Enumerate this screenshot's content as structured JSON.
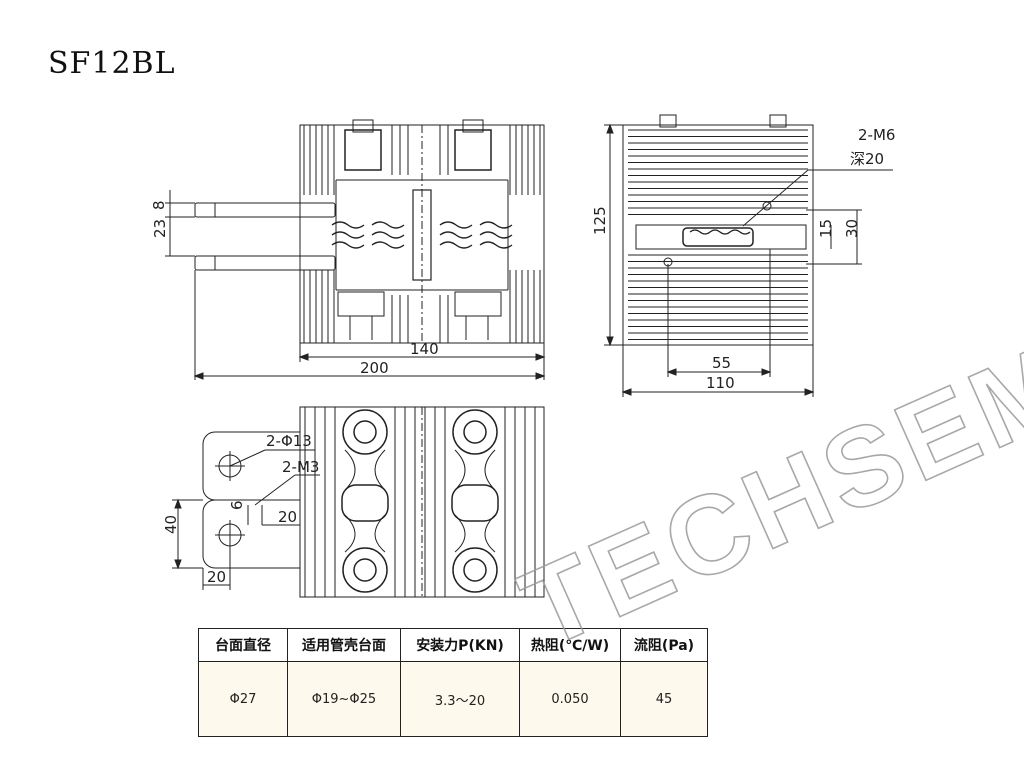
{
  "title": "SF12BL",
  "dimensions": {
    "front_width_inner": "140",
    "front_width_outer": "200",
    "front_height_top": "8",
    "front_height_mid": "23",
    "side_height": "125",
    "side_thread": "2-M6",
    "side_depth": "深20",
    "side_offset_small": "15",
    "side_offset_large": "30",
    "side_width_inner": "55",
    "side_width_outer": "110",
    "plan_hole": "2-Φ13",
    "plan_thread": "2-M3",
    "plan_pitch": "6",
    "plan_offset": "20",
    "plan_height": "40",
    "plan_edge": "20"
  },
  "table": {
    "headers": [
      "台面直径",
      "适用管壳台面",
      "安装力P(KN)",
      "热阻(℃/W)",
      "流阻(Pa)"
    ],
    "row": [
      "Φ27",
      "Φ19~Φ25",
      "3.3～20",
      "0.050",
      "45"
    ]
  },
  "watermark": "TECHSEM"
}
